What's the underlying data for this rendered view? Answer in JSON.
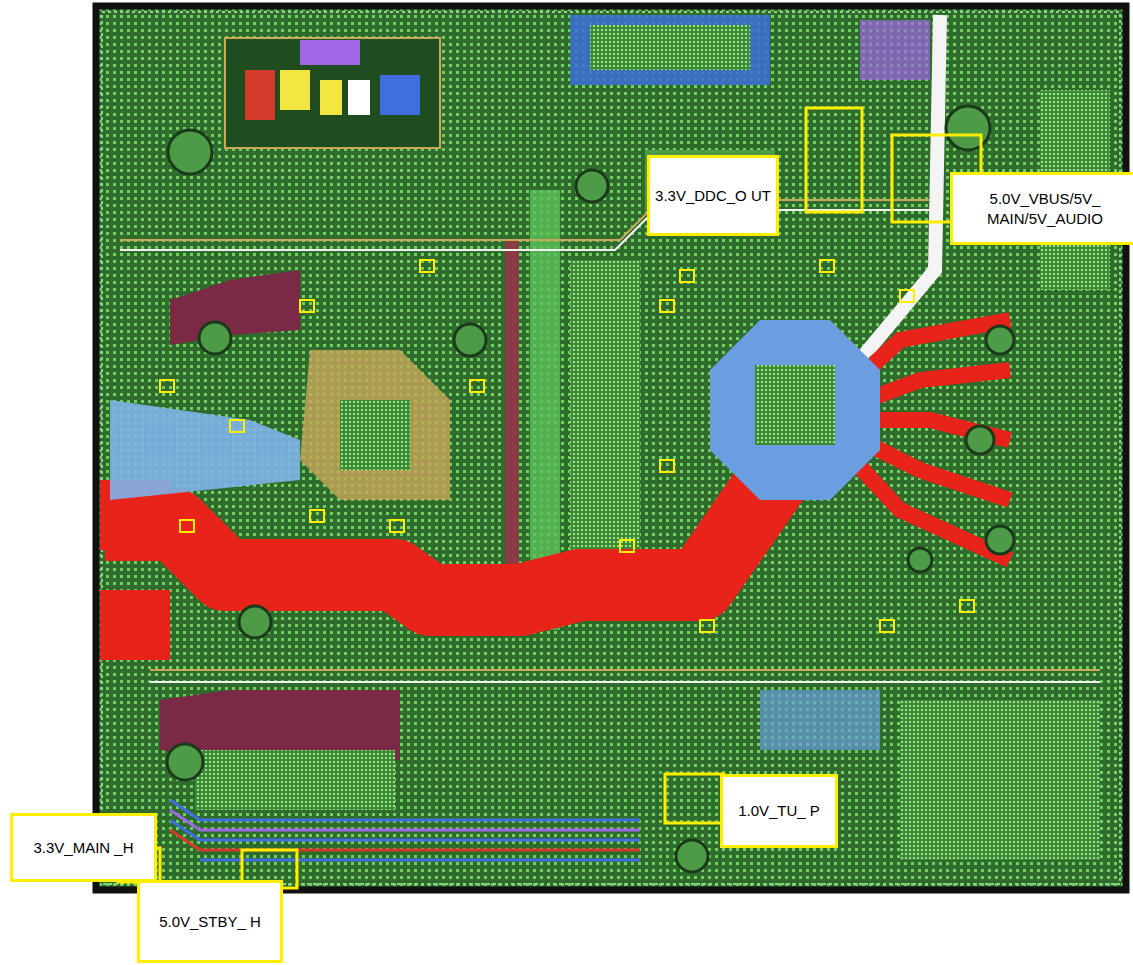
{
  "diagram": {
    "nodes": [
      {
        "text": [
          "3.3V_DDC_O UT"
        ]
      },
      {
        "text": [
          "5.0V_VBUS/5V_ MAIN/5V_AUDIO"
        ]
      },
      {
        "text": [
          "1.0V_TU_ P"
        ]
      },
      {
        "text": [
          "3.3V_MAIN _H"
        ]
      },
      {
        "text": [
          "5.0V_STBY_ H"
        ]
      }
    ]
  }
}
